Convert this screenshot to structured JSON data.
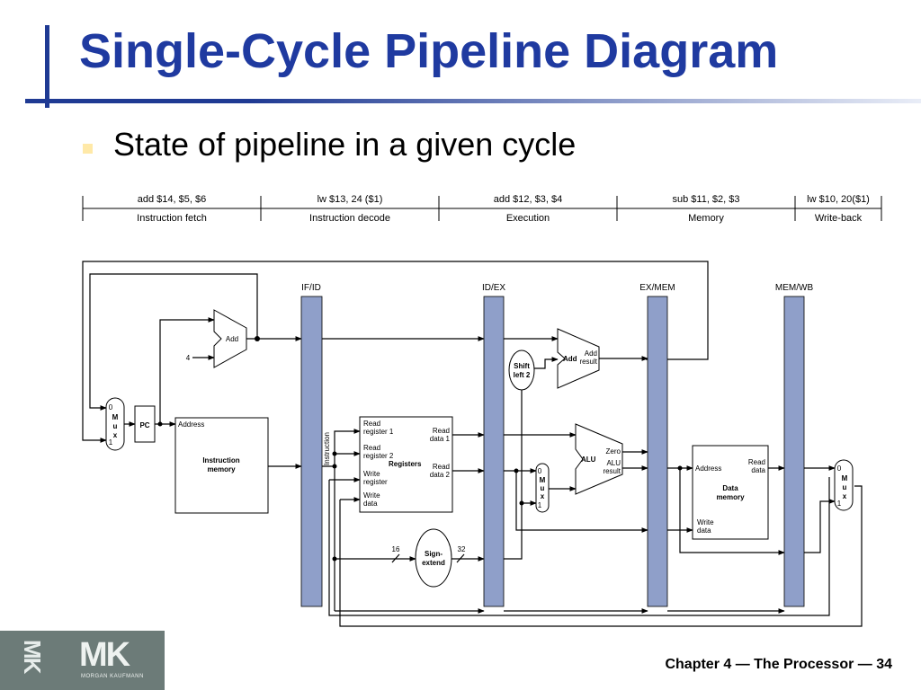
{
  "slide": {
    "title": "Single-Cycle Pipeline Diagram",
    "bullet": "State of pipeline in a given cycle",
    "footer": "Chapter 4 — The Processor — 34",
    "logo": {
      "text": "MK",
      "subtitle": "MORGAN KAUFMANN"
    }
  },
  "stages": [
    {
      "instruction": "add $14, $5, $6",
      "name": "Instruction fetch"
    },
    {
      "instruction": "lw $13, 24 ($1)",
      "name": "Instruction decode"
    },
    {
      "instruction": "add $12, $3, $4",
      "name": "Execution"
    },
    {
      "instruction": "sub $11, $2, $3",
      "name": "Memory"
    },
    {
      "instruction": "lw $10, 20($1)",
      "name": "Write-back"
    }
  ],
  "pipeline_registers": [
    "IF/ID",
    "ID/EX",
    "EX/MEM",
    "MEM/WB"
  ],
  "components": {
    "pc": "PC",
    "add_pc": "Add",
    "const_four": "4",
    "instr_mem_address": "Address",
    "instr_mem_title_1": "Instruction",
    "instr_mem_title_2": "memory",
    "instruction_label": "Instruction",
    "reg_read1_a": "Read",
    "reg_read1_b": "register 1",
    "reg_read2_a": "Read",
    "reg_read2_b": "register 2",
    "reg_write_reg_a": "Write",
    "reg_write_reg_b": "register",
    "reg_write_data_a": "Write",
    "reg_write_data_b": "data",
    "reg_title": "Registers",
    "reg_rdata1_a": "Read",
    "reg_rdata1_b": "data 1",
    "reg_rdata2_a": "Read",
    "reg_rdata2_b": "data 2",
    "sign_extend_a": "Sign-",
    "sign_extend_b": "extend",
    "bits_in": "16",
    "bits_out": "32",
    "shift_a": "Shift",
    "shift_b": "left 2",
    "add_branch": "Add",
    "add_result_a": "Add",
    "add_result_b": "result",
    "alu": "ALU",
    "alu_zero": "Zero",
    "alu_result_a": "ALU",
    "alu_result_b": "result",
    "dmem_address": "Address",
    "dmem_read_a": "Read",
    "dmem_read_b": "data",
    "dmem_title_a": "Data",
    "dmem_title_b": "memory",
    "dmem_write_a": "Write",
    "dmem_write_b": "data",
    "mux_in0": "0",
    "mux_m": "M",
    "mux_u": "u",
    "mux_x": "x",
    "mux_in1": "1"
  },
  "colors": {
    "title": "#1f3aa0",
    "pipeline_register": "#8f9fc9",
    "accent_bar": "#1f3a93"
  }
}
